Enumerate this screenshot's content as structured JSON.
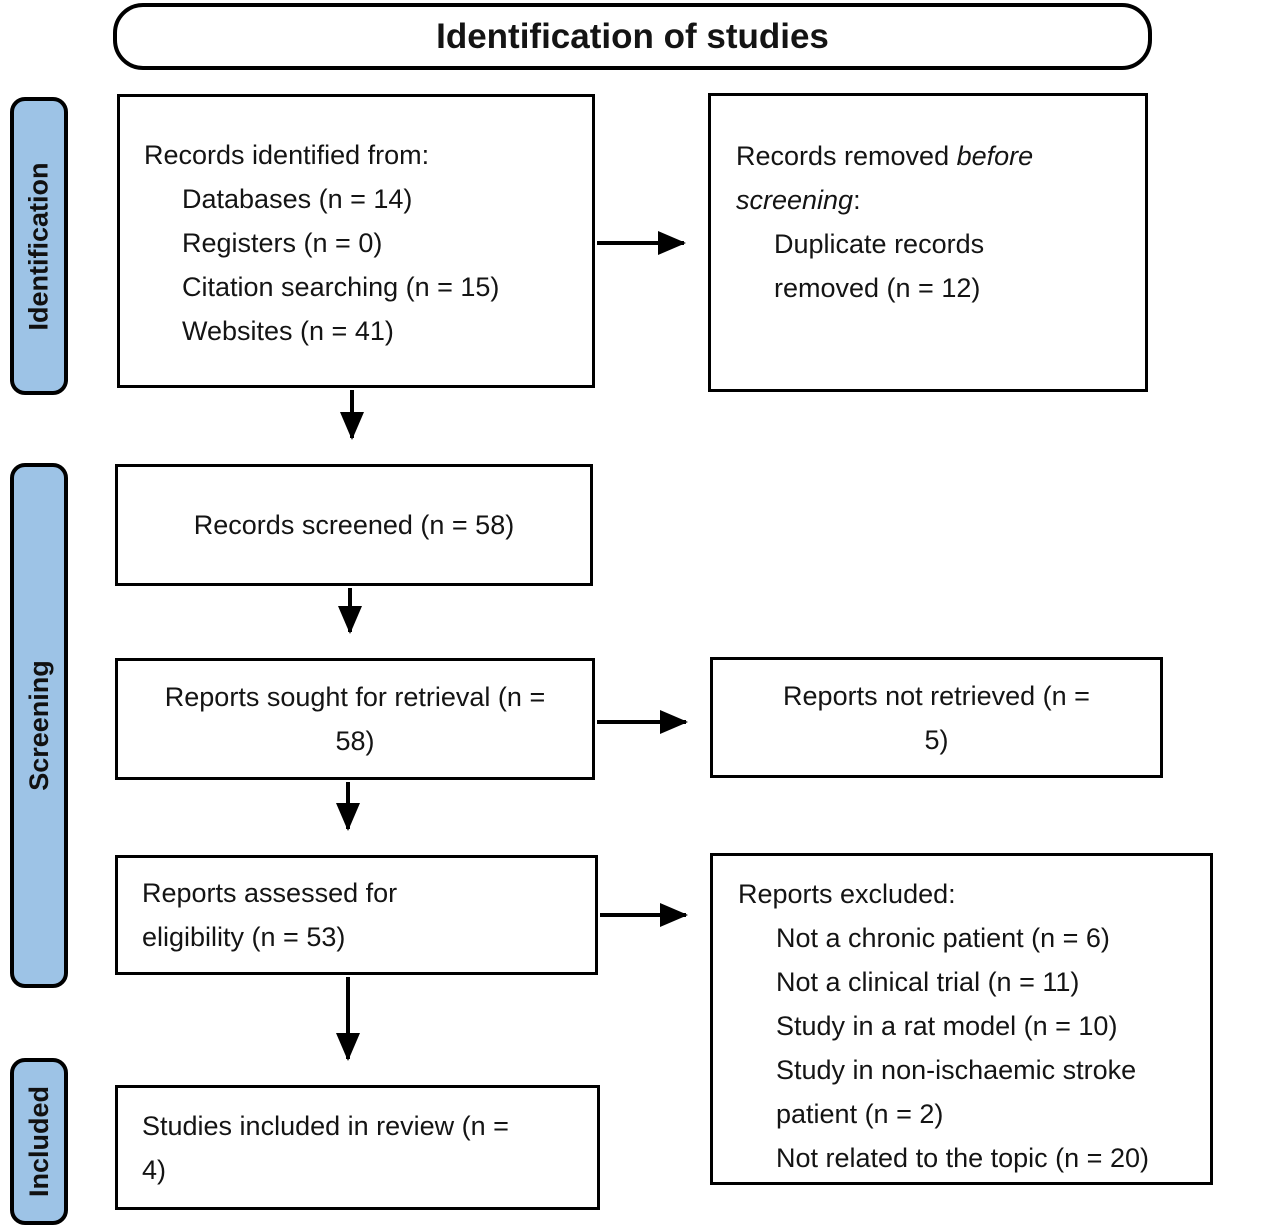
{
  "title": "Identification of studies",
  "sidebar": {
    "fill_color": "#9DC3E6",
    "items": [
      {
        "label": "Identification"
      },
      {
        "label": "Screening"
      },
      {
        "label": "Included"
      }
    ]
  },
  "boxes": {
    "records_identified": {
      "intro": "Records identified from:",
      "items": [
        "Databases (n = 14)",
        "Registers (n = 0)",
        "Citation searching (n = 15)",
        "Websites (n = 41)"
      ]
    },
    "records_removed": {
      "text_before": "Records removed ",
      "text_italic": "before screening",
      "text_after": ":",
      "items": [
        "Duplicate records removed (n = 12)"
      ]
    },
    "records_screened": {
      "text": "Records screened (n = 58)"
    },
    "reports_sought": {
      "text": "Reports sought for retrieval (n = 58)"
    },
    "reports_not_retrieved": {
      "text": "Reports not retrieved (n = 5)"
    },
    "reports_assessed": {
      "text": "Reports assessed for eligibility (n = 53)"
    },
    "reports_excluded": {
      "intro": "Reports excluded:",
      "items": [
        "Not a chronic patient (n = 6)",
        "Not a clinical trial (n = 11)",
        "Study in a rat model (n = 10)",
        "Study in non-ischaemic stroke patient (n = 2)",
        "Not related to the topic (n = 20)"
      ]
    },
    "studies_included": {
      "text": "Studies included in review (n = 4)"
    }
  }
}
